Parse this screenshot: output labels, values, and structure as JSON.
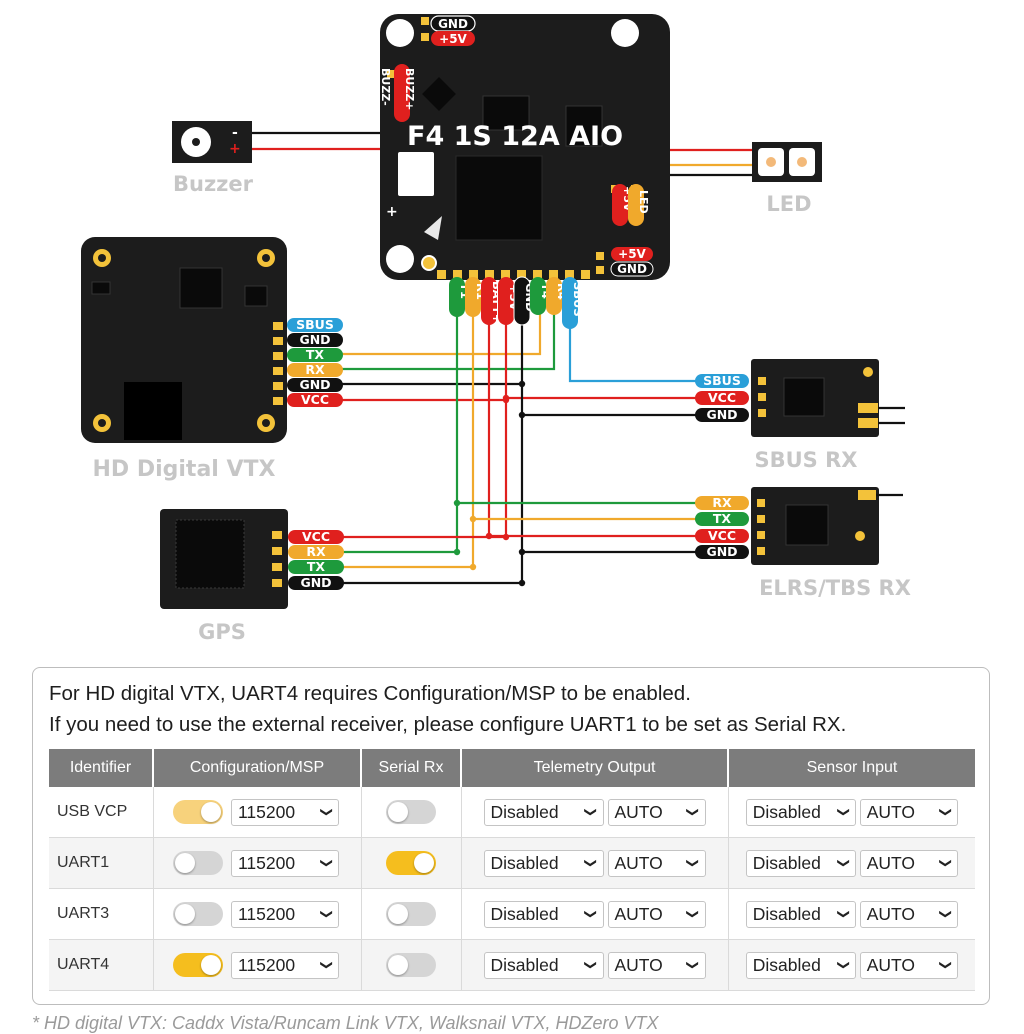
{
  "board": {
    "name": "F4 1S 12A AIO"
  },
  "pads": {
    "top_gnd": "GND",
    "top_5v": "+5V",
    "buzz_plus": "BUZZ+",
    "buzz_minus": "BUZZ-",
    "led_5v": "+5V",
    "led": "LED",
    "right_5v": "+5V",
    "right_gnd": "GND",
    "bottom": [
      "T1",
      "R1",
      "BATT+",
      "+5V",
      "GND",
      "T4",
      "R4",
      "SBUS"
    ],
    "plus": "+"
  },
  "buzzer": {
    "label": "Buzzer",
    "minus": "-",
    "plus": "+"
  },
  "led": {
    "label": "LED"
  },
  "vtx": {
    "label": "HD Digital VTX",
    "pins": [
      "SBUS",
      "GND",
      "TX",
      "RX",
      "GND",
      "VCC"
    ]
  },
  "sbus_rx": {
    "label": "SBUS RX",
    "pins": [
      "SBUS",
      "VCC",
      "GND"
    ]
  },
  "elrs_rx": {
    "label": "ELRS/TBS RX",
    "pins": [
      "RX",
      "TX",
      "VCC",
      "GND"
    ]
  },
  "gps": {
    "label": "GPS",
    "pins": [
      "VCC",
      "RX",
      "TX",
      "GND"
    ]
  },
  "colors": {
    "sbus": "#2a9fd8",
    "gnd": "#111111",
    "tx": "#1e9a3c",
    "rx": "#f0a92c",
    "vcc": "#e0201e",
    "gray_label": "#c6c6c6"
  },
  "notes": {
    "line1": "For HD digital VTX, UART4 requires Configuration/MSP to be enabled.",
    "line2": "If you need to use the external receiver, please configure UART1 to be set as Serial RX."
  },
  "table": {
    "headers": [
      "Identifier",
      "Configuration/MSP",
      "Serial Rx",
      "Telemetry Output",
      "Sensor Input"
    ],
    "rows": [
      {
        "id": "USB VCP",
        "msp": true,
        "msp_disabled_look": true,
        "baud": "115200",
        "serial_rx": false,
        "telemetry": "Disabled",
        "telemetry_baud": "AUTO",
        "sensor": "Disabled",
        "sensor_baud": "AUTO"
      },
      {
        "id": "UART1",
        "msp": false,
        "baud": "115200",
        "serial_rx": true,
        "telemetry": "Disabled",
        "telemetry_baud": "AUTO",
        "sensor": "Disabled",
        "sensor_baud": "AUTO"
      },
      {
        "id": "UART3",
        "msp": false,
        "baud": "115200",
        "serial_rx": false,
        "telemetry": "Disabled",
        "telemetry_baud": "AUTO",
        "sensor": "Disabled",
        "sensor_baud": "AUTO"
      },
      {
        "id": "UART4",
        "msp": true,
        "baud": "115200",
        "serial_rx": false,
        "telemetry": "Disabled",
        "telemetry_baud": "AUTO",
        "sensor": "Disabled",
        "sensor_baud": "AUTO"
      }
    ]
  },
  "footnote": "* HD digital VTX: Caddx Vista/Runcam Link VTX, Walksnail VTX, HDZero VTX"
}
